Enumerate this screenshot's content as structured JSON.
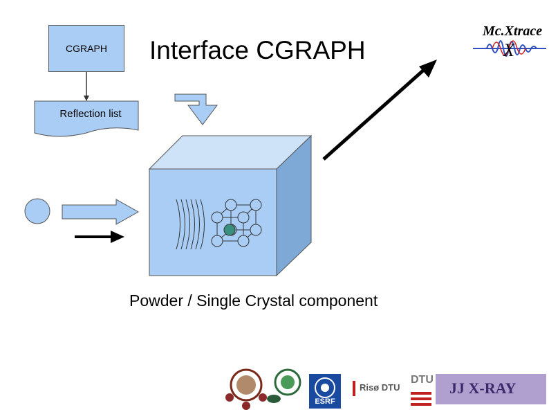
{
  "diagram": {
    "cgraph_box_label": "CGRAPH",
    "title": "Interface CGRAPH",
    "reflection_list_label": "Reflection list",
    "caption": "Powder / Single Crystal component"
  },
  "logos": {
    "mcxtrace_title": "Mc.Xtrace",
    "mcxtrace_glyph": "X",
    "esrf_label": "ESRF",
    "riso_label": "Risø DTU",
    "dtu_label": "DTU",
    "jjxray_label": "JJ X-RAY"
  },
  "colors": {
    "box_fill": "#a9cdf5",
    "cube_front": "#a9cdf5",
    "cube_side": "#7ea9d6",
    "arrow_fill": "#a9cdf5",
    "atom_center": "#3a9080"
  }
}
